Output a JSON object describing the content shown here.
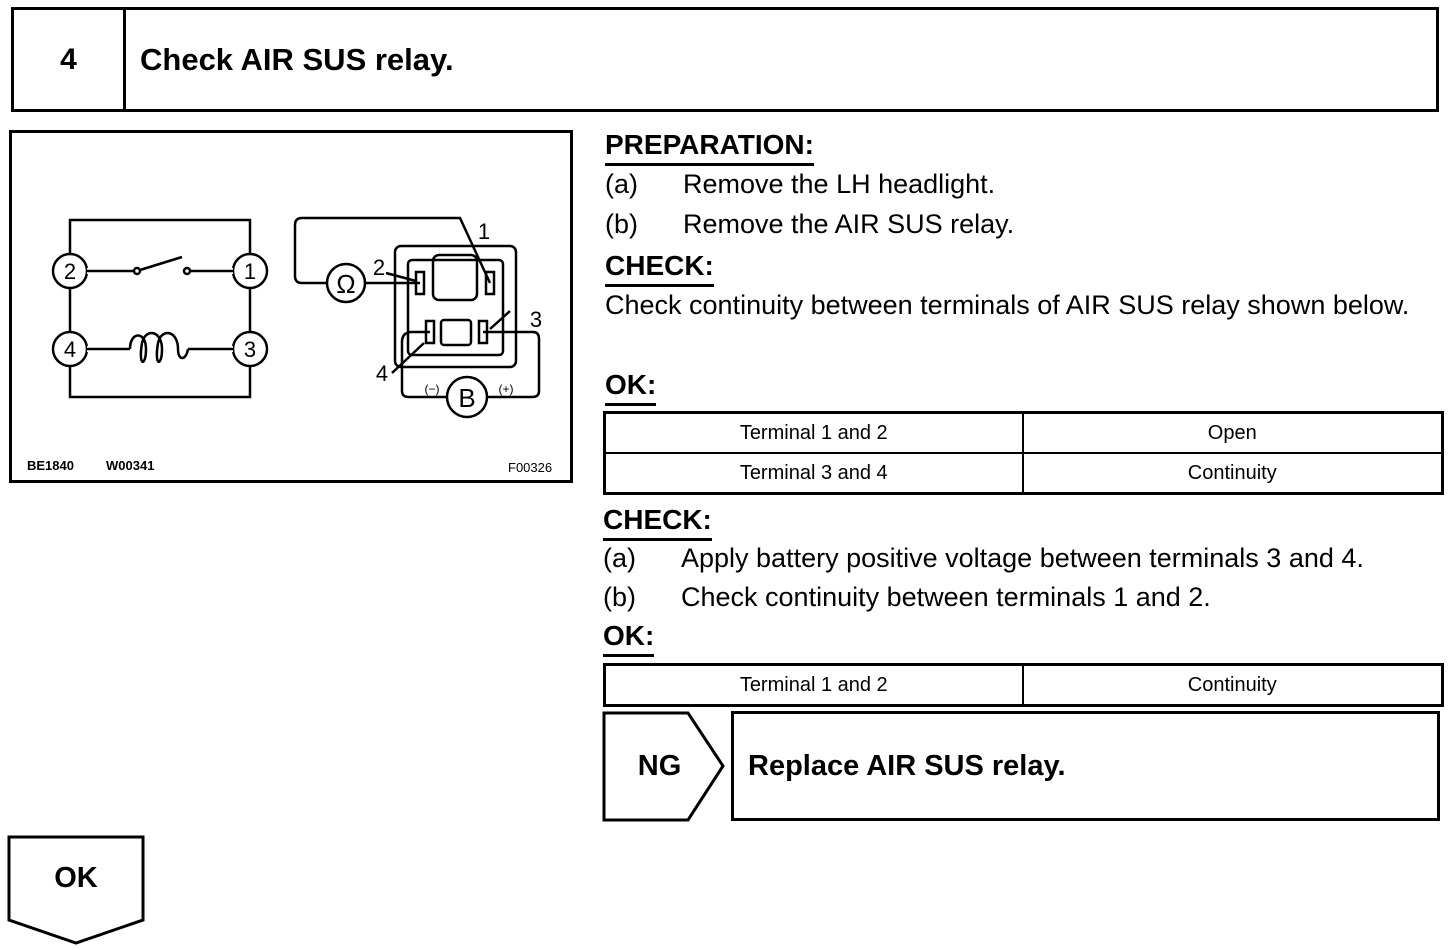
{
  "step": {
    "number": "4",
    "title": "Check AIR SUS relay."
  },
  "figure": {
    "codes": [
      "BE1840",
      "W00341"
    ],
    "figure_code": "F00326",
    "terminal_labels": [
      "1",
      "2",
      "3",
      "4"
    ],
    "ohm_symbol": "Ω",
    "battery_symbol": "B",
    "minus_sign": "(−)",
    "plus_sign": "(+)"
  },
  "preparation": {
    "heading": "PREPARATION:",
    "items": [
      {
        "label": "(a)",
        "text": "Remove the LH headlight."
      },
      {
        "label": "(b)",
        "text": "Remove the AIR SUS relay."
      }
    ]
  },
  "check1": {
    "heading": "CHECK:",
    "text": "Check continuity between terminals of AIR SUS relay shown below."
  },
  "ok1": {
    "heading": "OK:",
    "rows": [
      [
        "Terminal 1 and 2",
        "Open"
      ],
      [
        "Terminal 3 and 4",
        "Continuity"
      ]
    ]
  },
  "check2": {
    "heading": "CHECK:",
    "items": [
      {
        "label": "(a)",
        "text": "Apply battery positive voltage between terminals 3 and 4."
      },
      {
        "label": "(b)",
        "text": "Check continuity between terminals 1 and 2."
      }
    ]
  },
  "ok2": {
    "heading": "OK:",
    "rows": [
      [
        "Terminal 1 and 2",
        "Continuity"
      ]
    ]
  },
  "ng": {
    "label": "NG",
    "action": "Replace AIR SUS relay."
  },
  "ok_flow": {
    "label": "OK"
  }
}
